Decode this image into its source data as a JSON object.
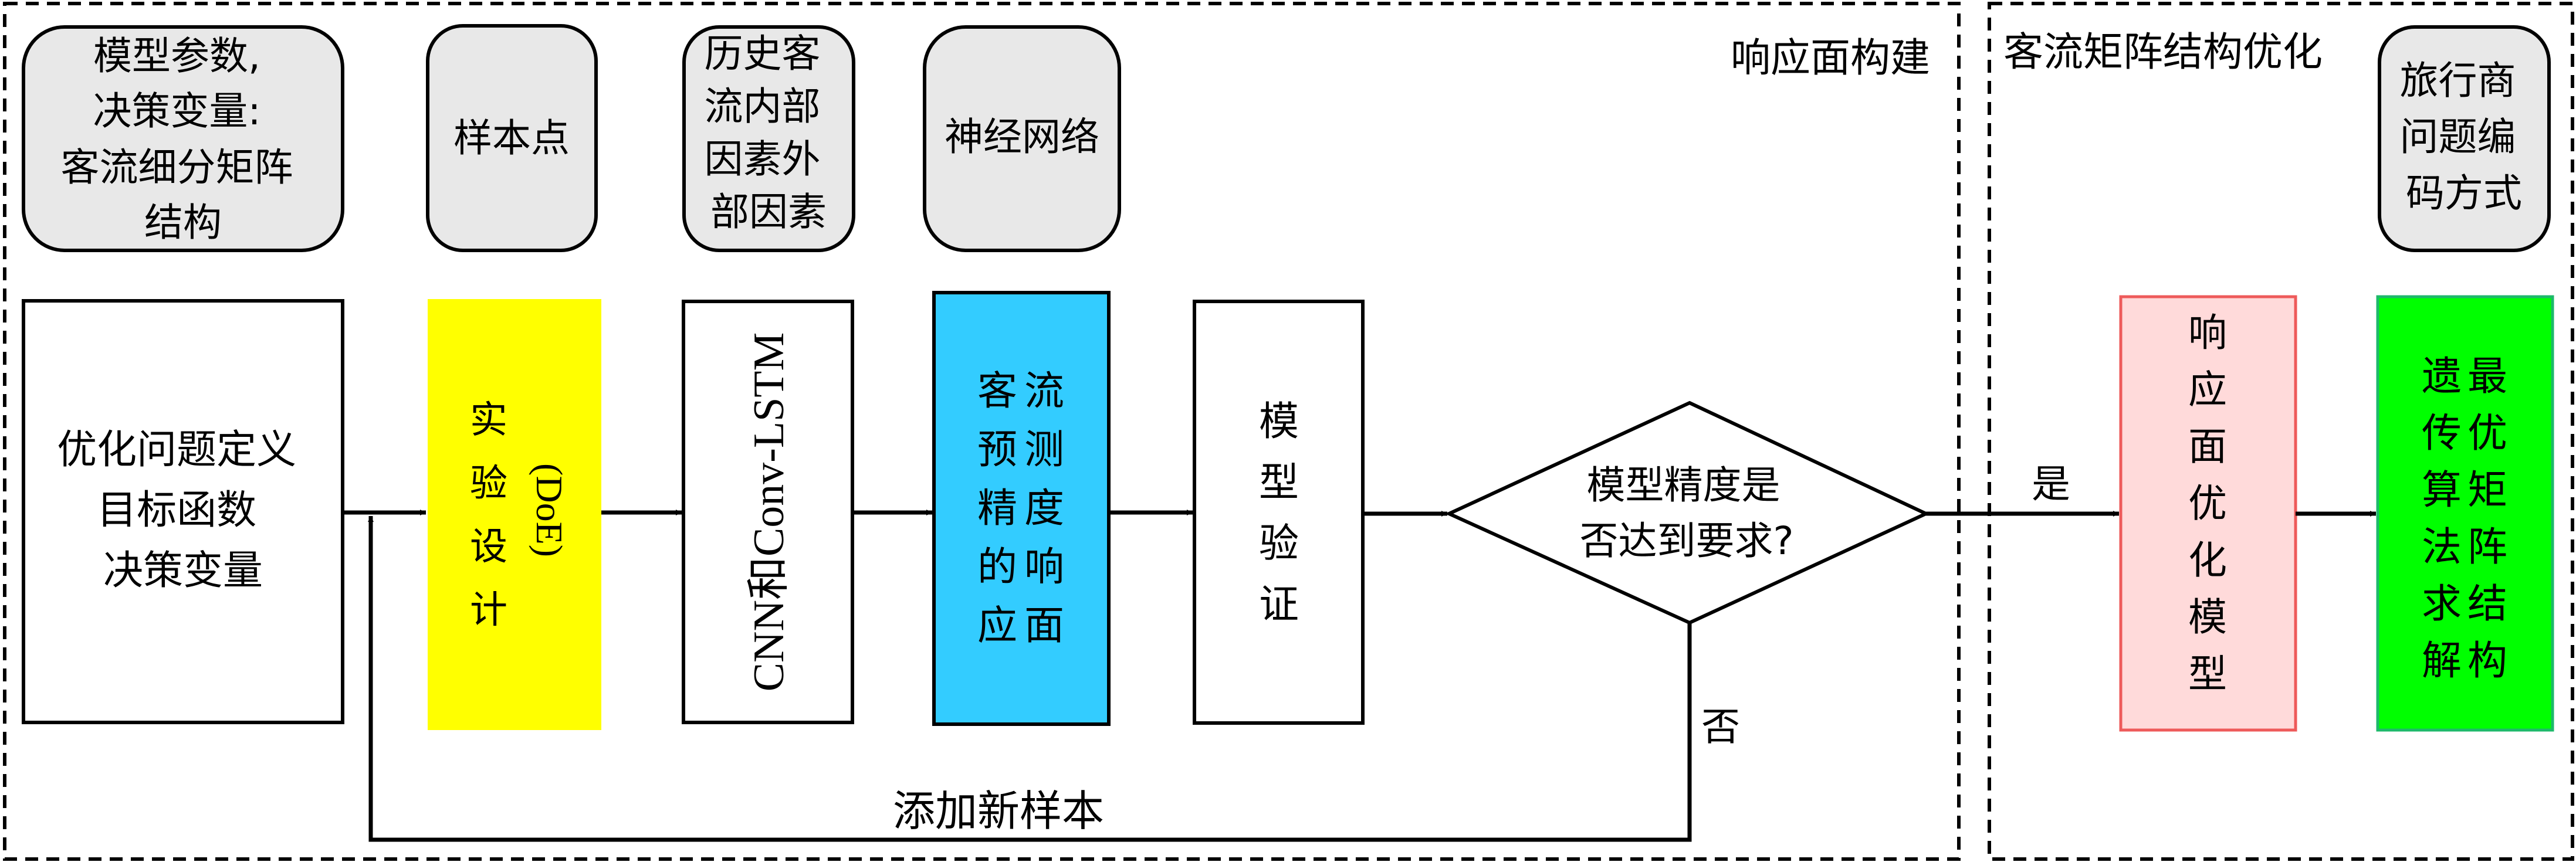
{
  "diagram": {
    "regions": {
      "response_surface": {
        "title": "响应面构建"
      },
      "matrix_optimization": {
        "title": "客流矩阵结构优化"
      }
    },
    "input_boxes": [
      {
        "id": "model-params",
        "lines": [
          "模型参数,",
          "决策变量:",
          "客流细分矩阵",
          "结构"
        ]
      },
      {
        "id": "sample-points",
        "lines": [
          "样本点"
        ]
      },
      {
        "id": "factors",
        "lines": [
          "历史客",
          "流内部",
          "因素外",
          "部因素"
        ]
      },
      {
        "id": "neural-net",
        "lines": [
          "神经网络"
        ]
      },
      {
        "id": "tsp-encoding",
        "lines": [
          "旅行商",
          "问题编",
          "码方式"
        ]
      }
    ],
    "process_boxes": [
      {
        "id": "problem-def",
        "lines": [
          "优化问题定义",
          "目标函数",
          "决策变量"
        ],
        "fill": "#ffffff",
        "stroke": "#000000"
      },
      {
        "id": "doe",
        "vertical_text": "实验设计",
        "rotated_text": "(DoE)",
        "fill": "#ffff00",
        "stroke": "none"
      },
      {
        "id": "cnn-lstm",
        "rotated_text": "CNN和Conv-LSTM",
        "fill": "#ffffff",
        "stroke": "#000000"
      },
      {
        "id": "response-surface",
        "columns": [
          "客预精的应",
          "流测度响面"
        ],
        "fill": "#33ccff",
        "stroke": "#000000"
      },
      {
        "id": "model-validation",
        "vertical_text": "模型验证",
        "fill": "#ffffff",
        "stroke": "#000000"
      },
      {
        "id": "rs-opt-model",
        "vertical_text": "响应面优化模型",
        "fill": "#ffdada",
        "stroke": "#ee5a5a"
      },
      {
        "id": "ga-solve",
        "columns": [
          "遗传算法求解",
          "最优矩阵结构"
        ],
        "fill": "#00ff00",
        "stroke": "#1db96a"
      }
    ],
    "decision": {
      "lines": [
        "模型精度是",
        "否达到要求?"
      ]
    },
    "edge_labels": {
      "yes": "是",
      "no": "否",
      "feedback": "添加新样本"
    },
    "colors": {
      "input_box_fill": "#e8e8e8",
      "stroke": "#000000",
      "doe": "#ffff00",
      "response_surface": "#33ccff",
      "rs_opt_fill": "#ffdada",
      "rs_opt_stroke": "#ee5a5a",
      "ga_fill": "#00ff00",
      "ga_stroke": "#1db96a"
    }
  }
}
